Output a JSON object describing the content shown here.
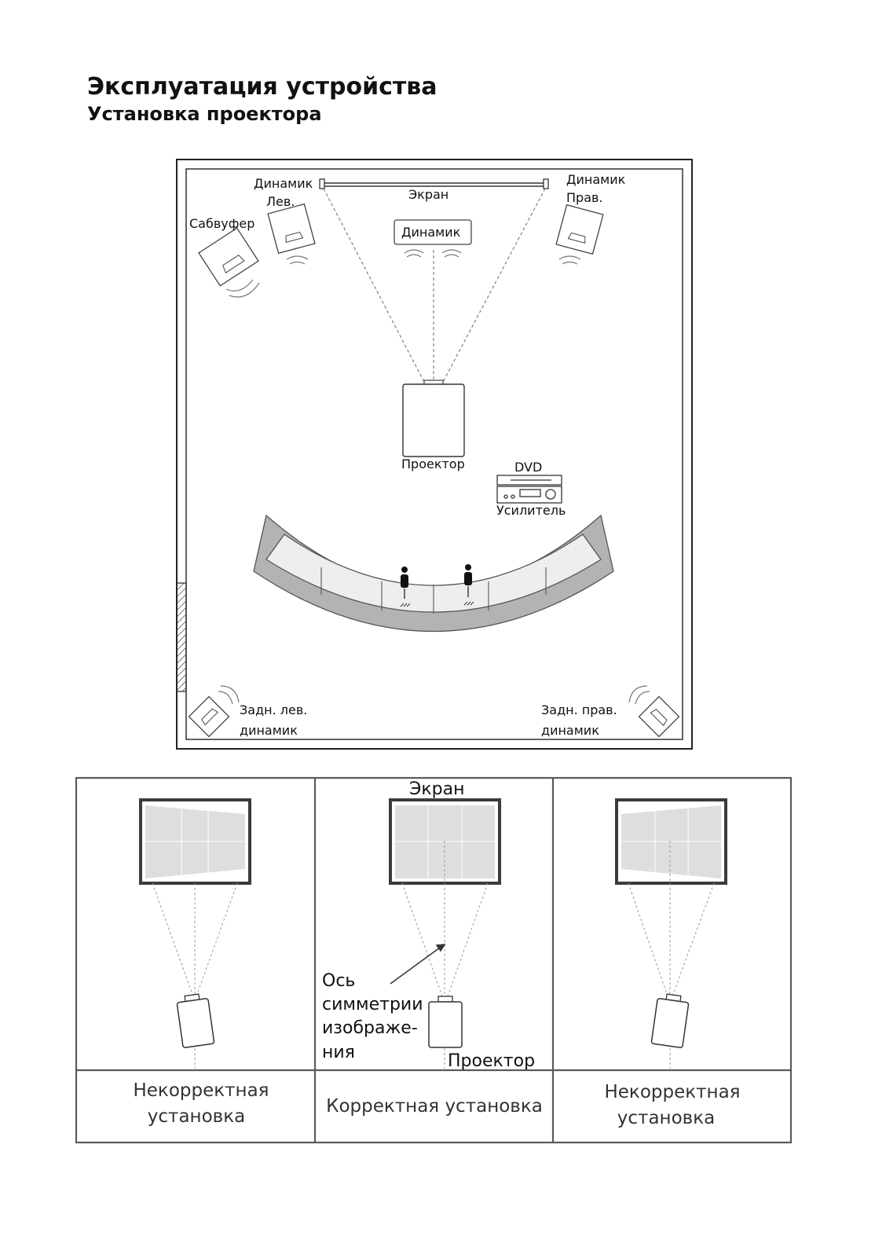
{
  "header": {
    "title": "Эксплуатация устройства",
    "subtitle": "Установка проектора"
  },
  "room": {
    "speaker_left": [
      "Динамик",
      "Лев."
    ],
    "speaker_right": [
      "Динамик",
      "Прав."
    ],
    "screen": "Экран",
    "center_speaker": "Динамик",
    "subwoofer": "Сабвуфер",
    "projector": "Проектор",
    "dvd": "DVD",
    "amplifier": "Усилитель",
    "rear_left": [
      "Задн. лев.",
      "динамик"
    ],
    "rear_right": [
      "Задн. прав.",
      "динамик"
    ]
  },
  "placement": {
    "screen_label": "Экран",
    "axis_label": [
      "Ось",
      "симметрии",
      "изображе-",
      "ния"
    ],
    "projector_label": "Проектор",
    "captions": {
      "left": [
        "Некорректная",
        "установка"
      ],
      "center": [
        "Корректная установка"
      ],
      "right": [
        "Некорректная",
        "установка"
      ]
    }
  }
}
